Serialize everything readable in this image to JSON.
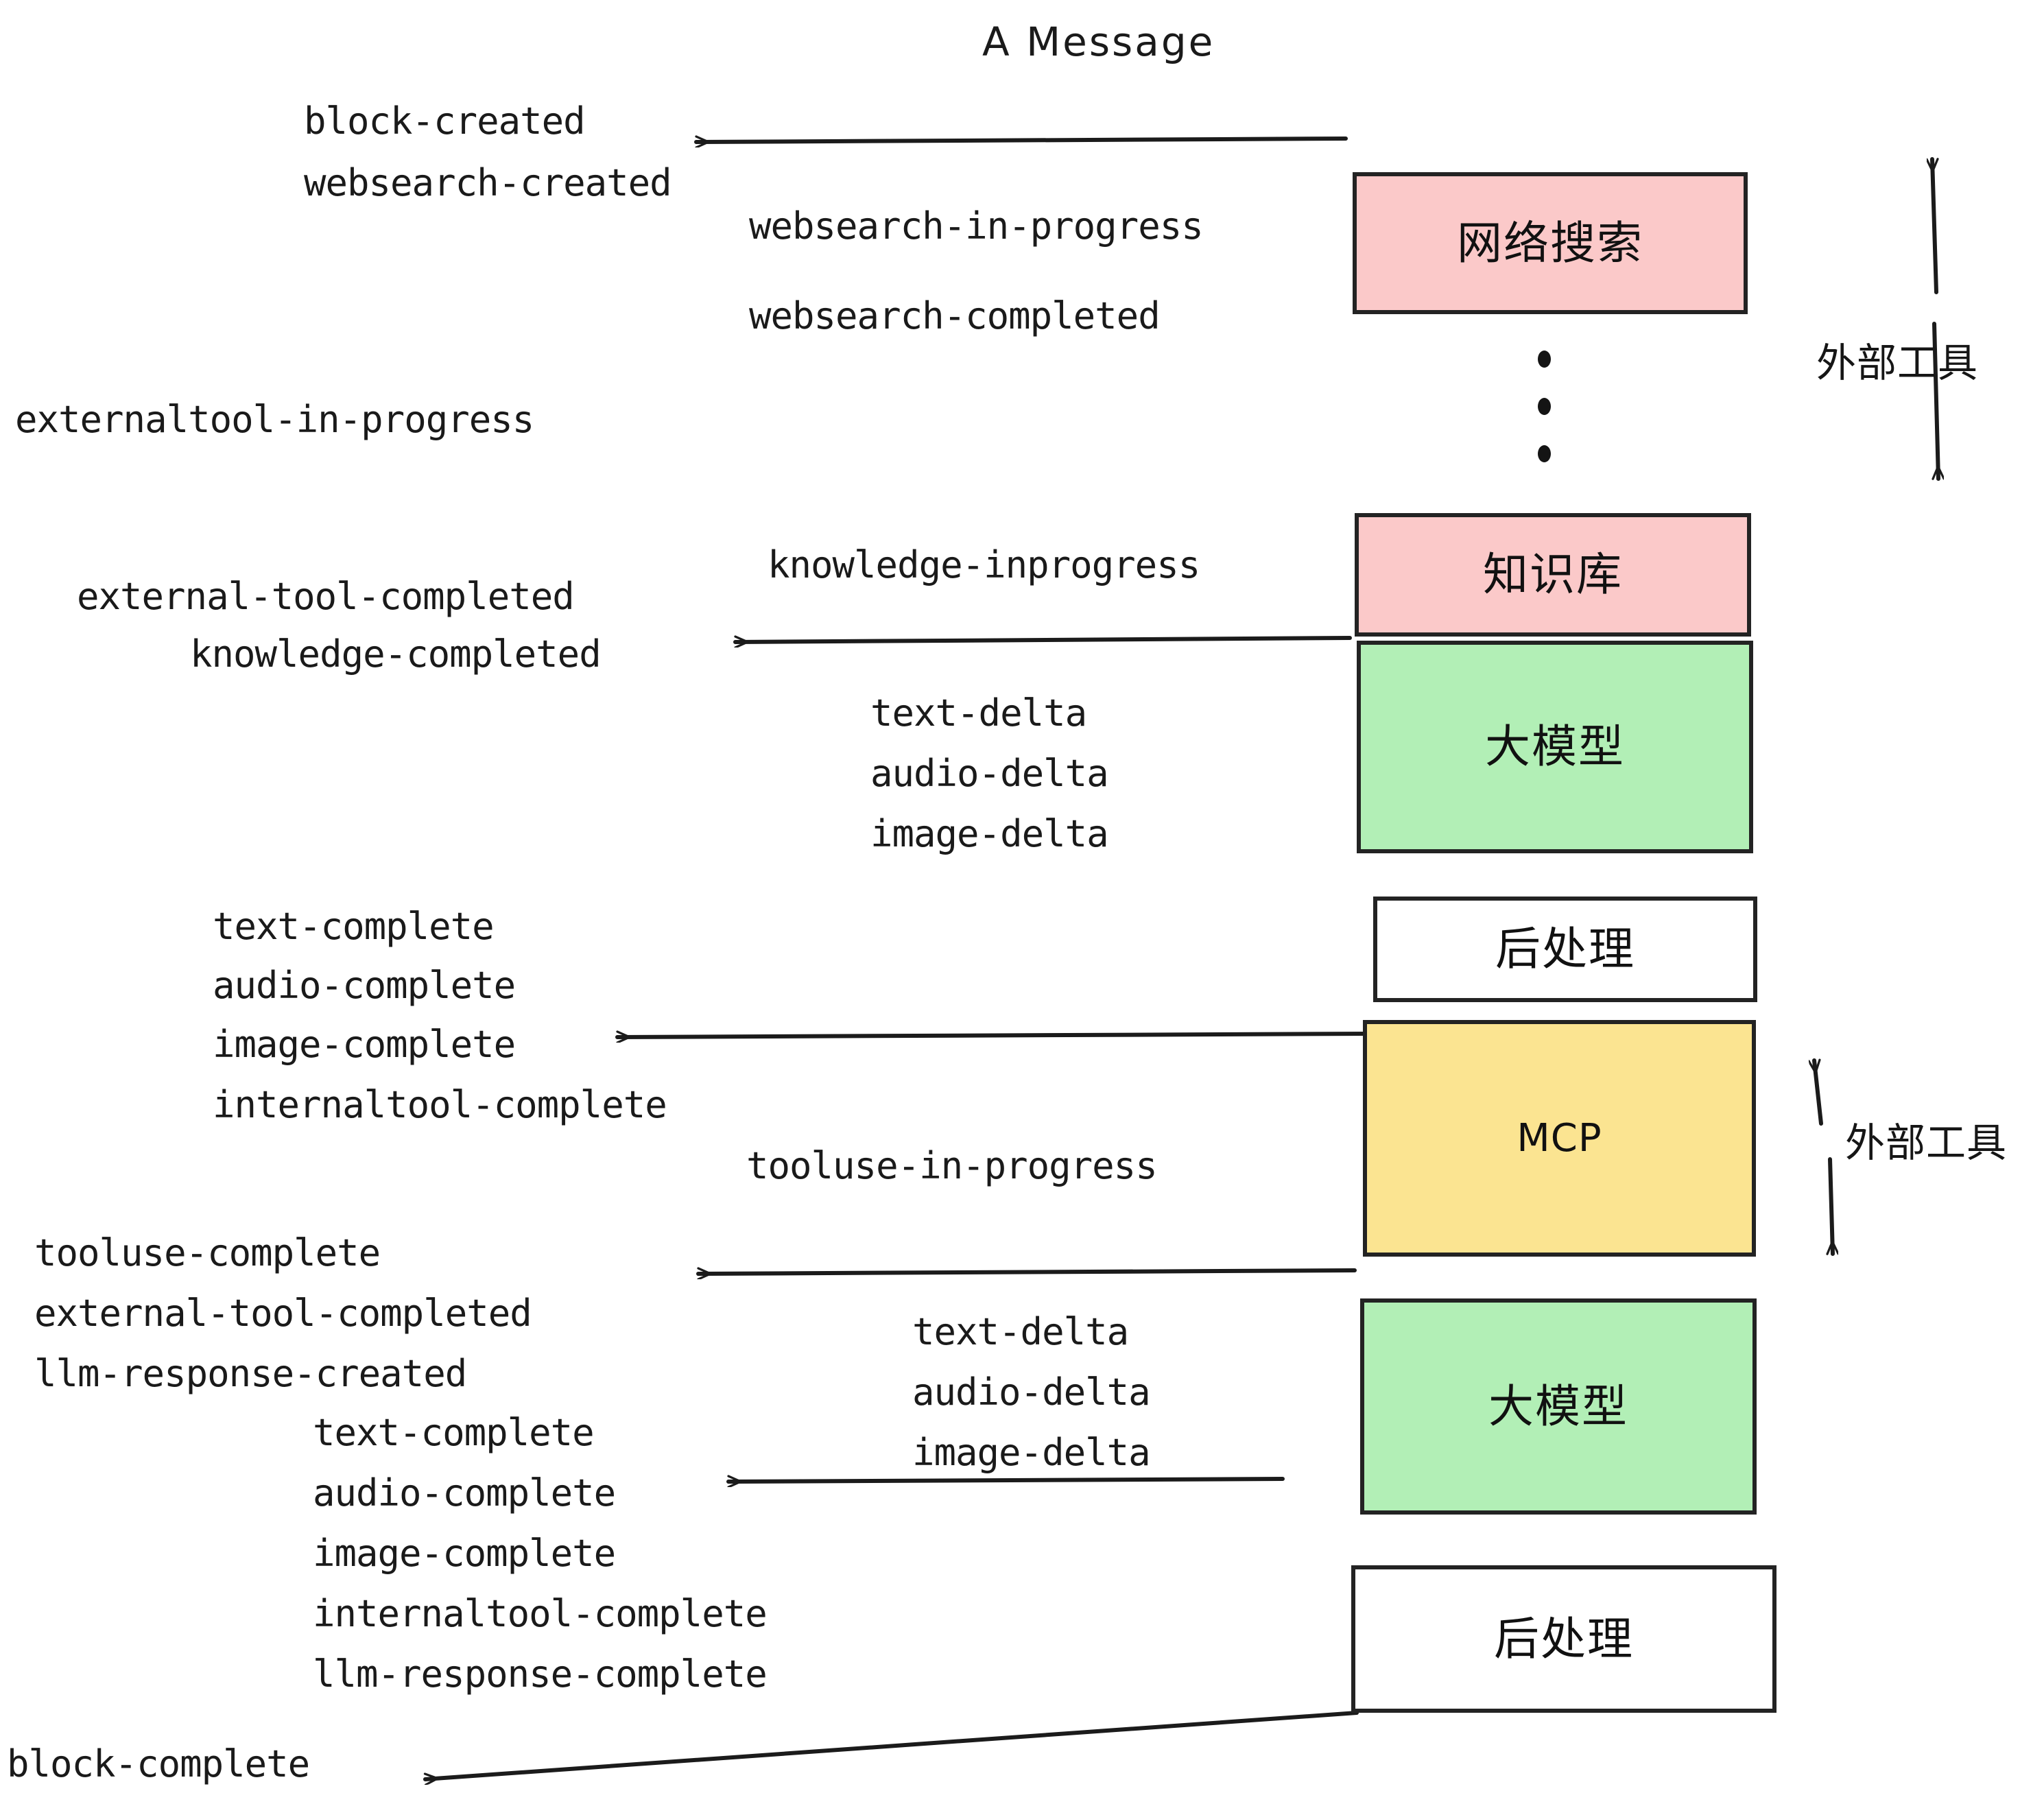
{
  "title": "A Message",
  "boxes": [
    {
      "id": "websearch",
      "label": "网络搜索",
      "color": "#fbc9c9",
      "kind": "cn"
    },
    {
      "id": "knowledge",
      "label": "知识库",
      "color": "#fbc9c9",
      "kind": "cn"
    },
    {
      "id": "llm-top",
      "label": "大模型",
      "color": "#b2efb6",
      "kind": "cn"
    },
    {
      "id": "post-top",
      "label": "后处理",
      "color": "#ffffff",
      "kind": "cn"
    },
    {
      "id": "mcp",
      "label": "MCP",
      "color": "#fbe491",
      "kind": "en"
    },
    {
      "id": "llm-bottom",
      "label": "大模型",
      "color": "#b2efb6",
      "kind": "cn"
    },
    {
      "id": "post-bottom",
      "label": "后处理",
      "color": "#ffffff",
      "kind": "cn"
    }
  ],
  "side_labels": {
    "external_tool_top": "外部工具",
    "external_tool_bottom": "外部工具"
  },
  "events": {
    "block_created": "block-created",
    "websearch_created": "websearch-created",
    "websearch_in_progress": "websearch-in-progress",
    "websearch_completed": "websearch-completed",
    "externaltool_in_progress": "externaltool-in-progress",
    "knowledge_inprogress": "knowledge-inprogress",
    "external_tool_completed_1": "external-tool-completed",
    "knowledge_completed": "knowledge-completed",
    "text_delta_1": "text-delta",
    "audio_delta_1": "audio-delta",
    "image_delta_1": "image-delta",
    "text_complete_1": "text-complete",
    "audio_complete_1": "audio-complete",
    "image_complete_1": "image-complete",
    "internaltool_complete_1": "internaltool-complete",
    "tooluse_in_progress": "tooluse-in-progress",
    "tooluse_complete": "tooluse-complete",
    "external_tool_completed_2": "external-tool-completed",
    "llm_response_created": "llm-response-created",
    "text_delta_2": "text-delta",
    "audio_delta_2": "audio-delta",
    "image_delta_2": "image-delta",
    "text_complete_2": "text-complete",
    "audio_complete_2": "audio-complete",
    "image_complete_2": "image-complete",
    "internaltool_complete_2": "internaltool-complete",
    "llm_response_complete": "llm-response-complete",
    "block_complete": "block-complete"
  },
  "colors": {
    "pink": "#fbc9c9",
    "green": "#b2efb6",
    "yellow": "#fbe491",
    "white": "#ffffff",
    "stroke": "#232323",
    "text": "#1a1a1a"
  }
}
